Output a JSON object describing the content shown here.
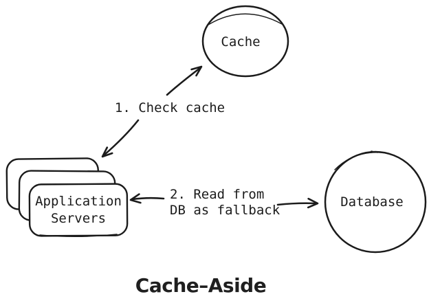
{
  "diagram": {
    "title": "Cache–Aside",
    "colors": {
      "stroke": "#1b1b1b",
      "background": "#ffffff",
      "title": "#1f1f1f"
    },
    "nodes": {
      "cache": {
        "label": "Cache",
        "shape": "ellipse"
      },
      "app_servers": {
        "label_lines": [
          "Application",
          "Servers"
        ],
        "shape": "stacked-rounded-rects"
      },
      "database": {
        "label": "Database",
        "shape": "circle"
      }
    },
    "edges": {
      "check_cache": {
        "label": "1. Check cache",
        "from": "app_servers",
        "to": "cache",
        "direction": "bidirectional"
      },
      "read_db": {
        "label_lines": [
          "2. Read from",
          "DB as fallback"
        ],
        "from": "app_servers",
        "to": "database",
        "direction": "bidirectional"
      }
    }
  }
}
